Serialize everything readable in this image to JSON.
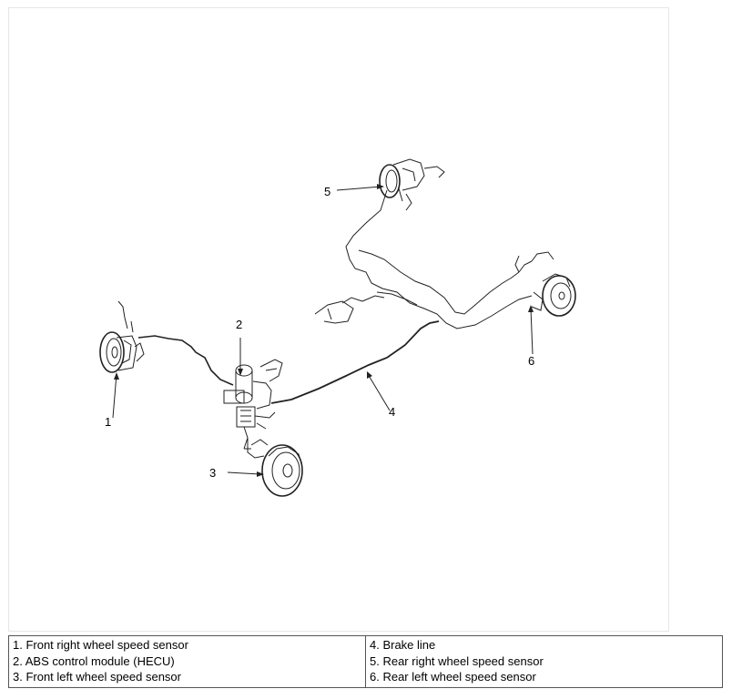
{
  "callouts": [
    {
      "id": "1",
      "text": "1"
    },
    {
      "id": "2",
      "text": "2"
    },
    {
      "id": "3",
      "text": "3"
    },
    {
      "id": "4",
      "text": "4"
    },
    {
      "id": "5",
      "text": "5"
    },
    {
      "id": "6",
      "text": "6"
    }
  ],
  "legend": {
    "left": [
      "1. Front right wheel speed sensor",
      "2. ABS control module (HECU)",
      "3. Front left wheel speed sensor"
    ],
    "right": [
      "4. Brake line",
      "5. Rear right wheel speed sensor",
      "6. Rear left wheel speed sensor"
    ]
  }
}
